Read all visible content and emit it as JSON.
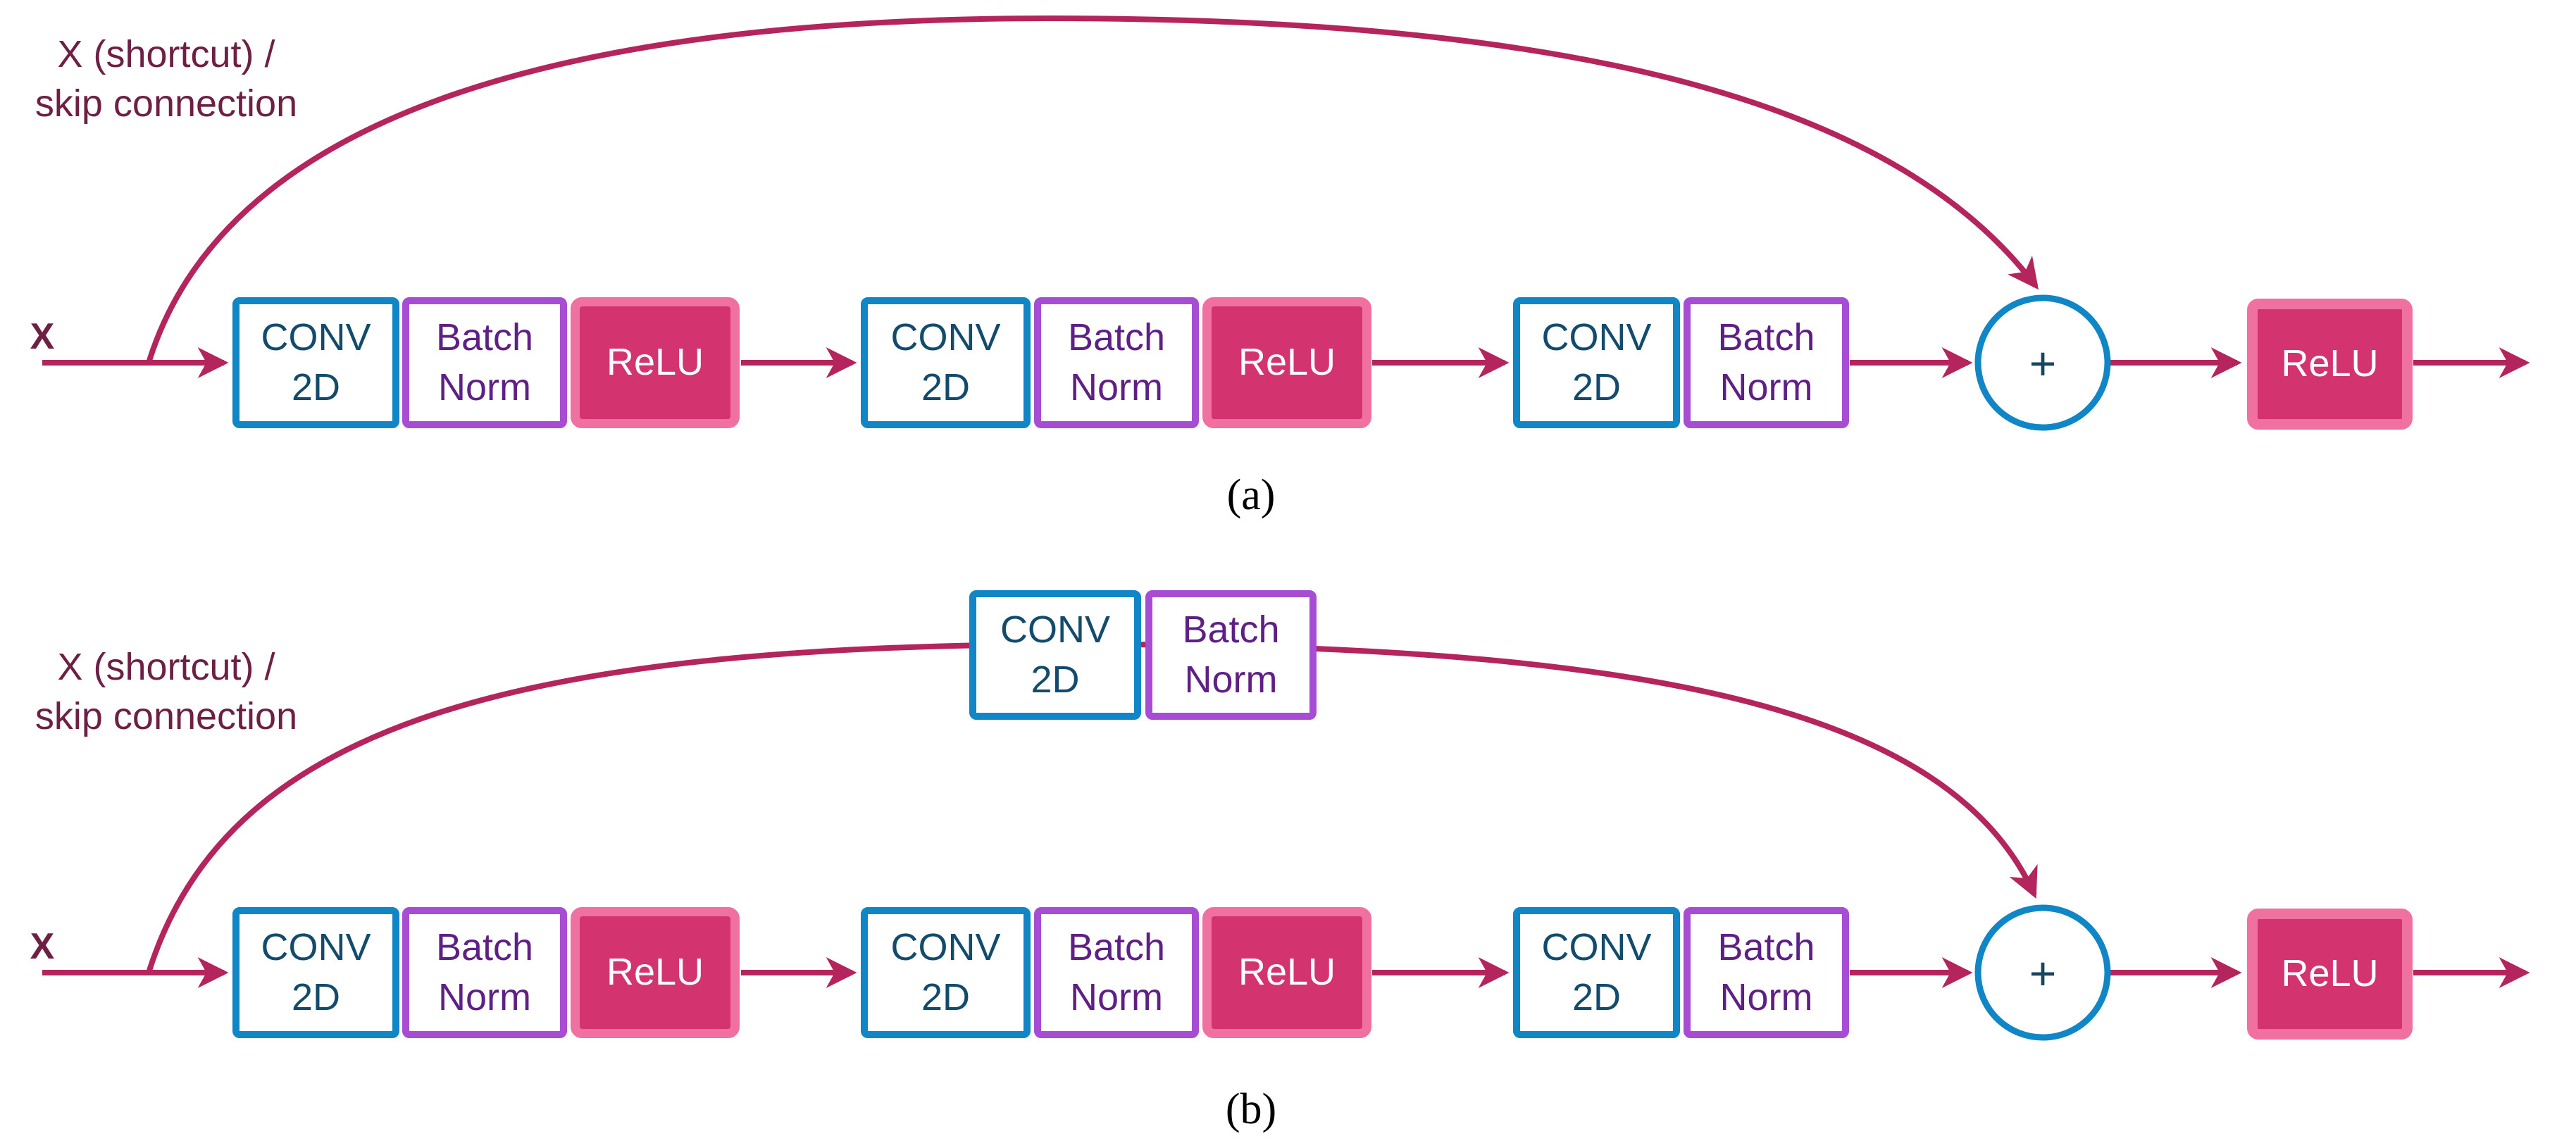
{
  "figure": {
    "captions": {
      "a": "(a)",
      "b": "(b)"
    },
    "labels": {
      "input": "X",
      "skip_line1": "X (shortcut) /",
      "skip_line2": "skip connection"
    },
    "blocks": {
      "conv_line1": "CONV",
      "conv_line2": "2D",
      "batchnorm_line1": "Batch",
      "batchnorm_line2": "Norm",
      "relu": "ReLU",
      "adder": "+"
    },
    "colors": {
      "conv_border": "#1086c6",
      "conv_text": "#134b6d",
      "bn_border": "#a64dd4",
      "bn_text": "#5e2084",
      "relu_fill": "#d3336e",
      "relu_border": "#f0709f",
      "relu_text": "#ffffff",
      "arrow": "#b3255c",
      "label_text": "#6e1f44",
      "plus_text": "#164560",
      "plus_circle_border": "#1086c6",
      "caption_text": "#000000"
    }
  }
}
